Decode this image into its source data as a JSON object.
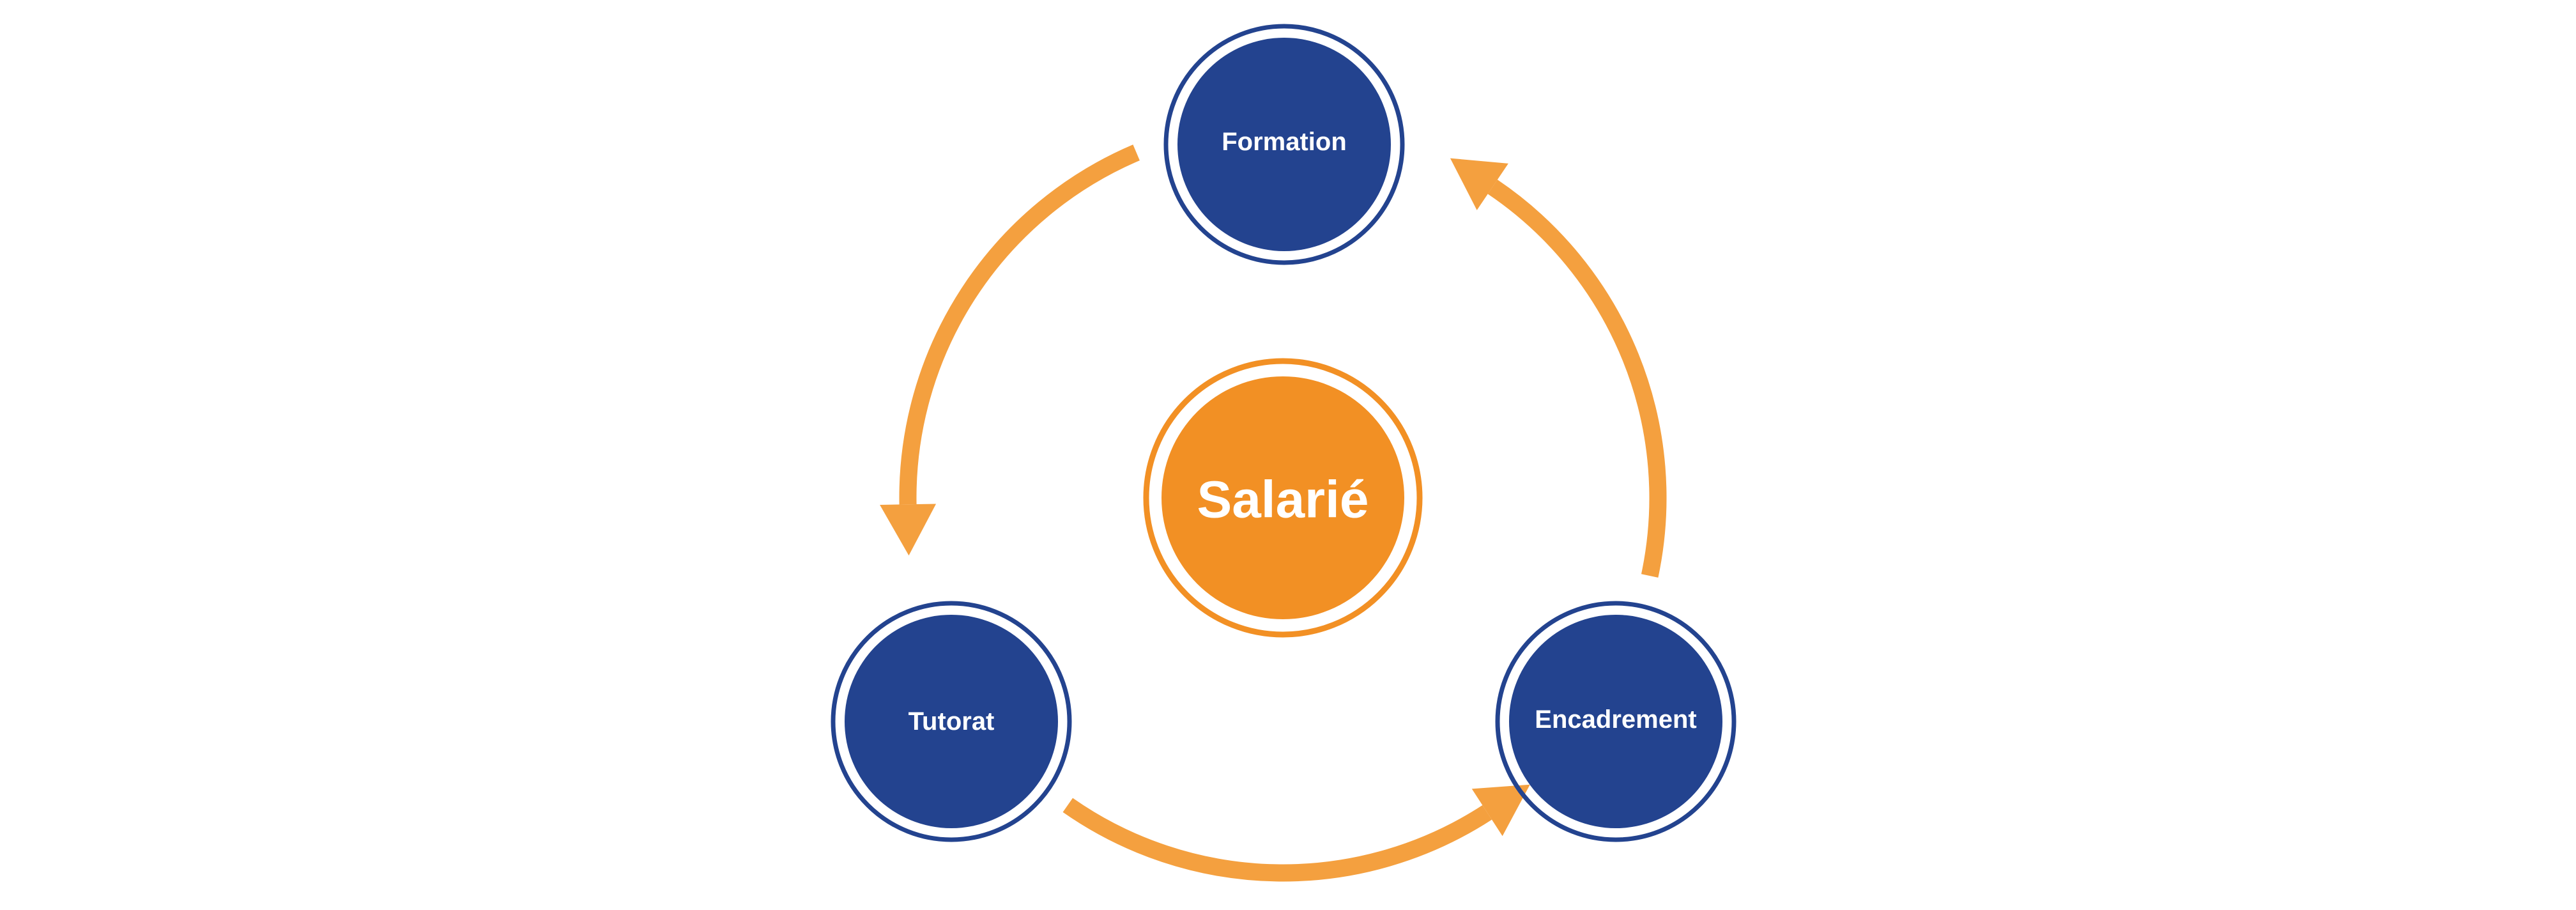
{
  "colors": {
    "navy": "#23438f",
    "orange_center": "#f29024",
    "orange_arrow": "#f4a03f",
    "background": "#ffffff"
  },
  "center": {
    "label": "Salarié"
  },
  "nodes": [
    {
      "label": "Formation"
    },
    {
      "label": "Tutorat"
    },
    {
      "label": "Encadrement"
    }
  ],
  "arrows": [
    {
      "from": "Formation",
      "to": "Tutorat"
    },
    {
      "from": "Tutorat",
      "to": "Encadrement"
    },
    {
      "from": "Encadrement",
      "to": "Formation"
    }
  ]
}
